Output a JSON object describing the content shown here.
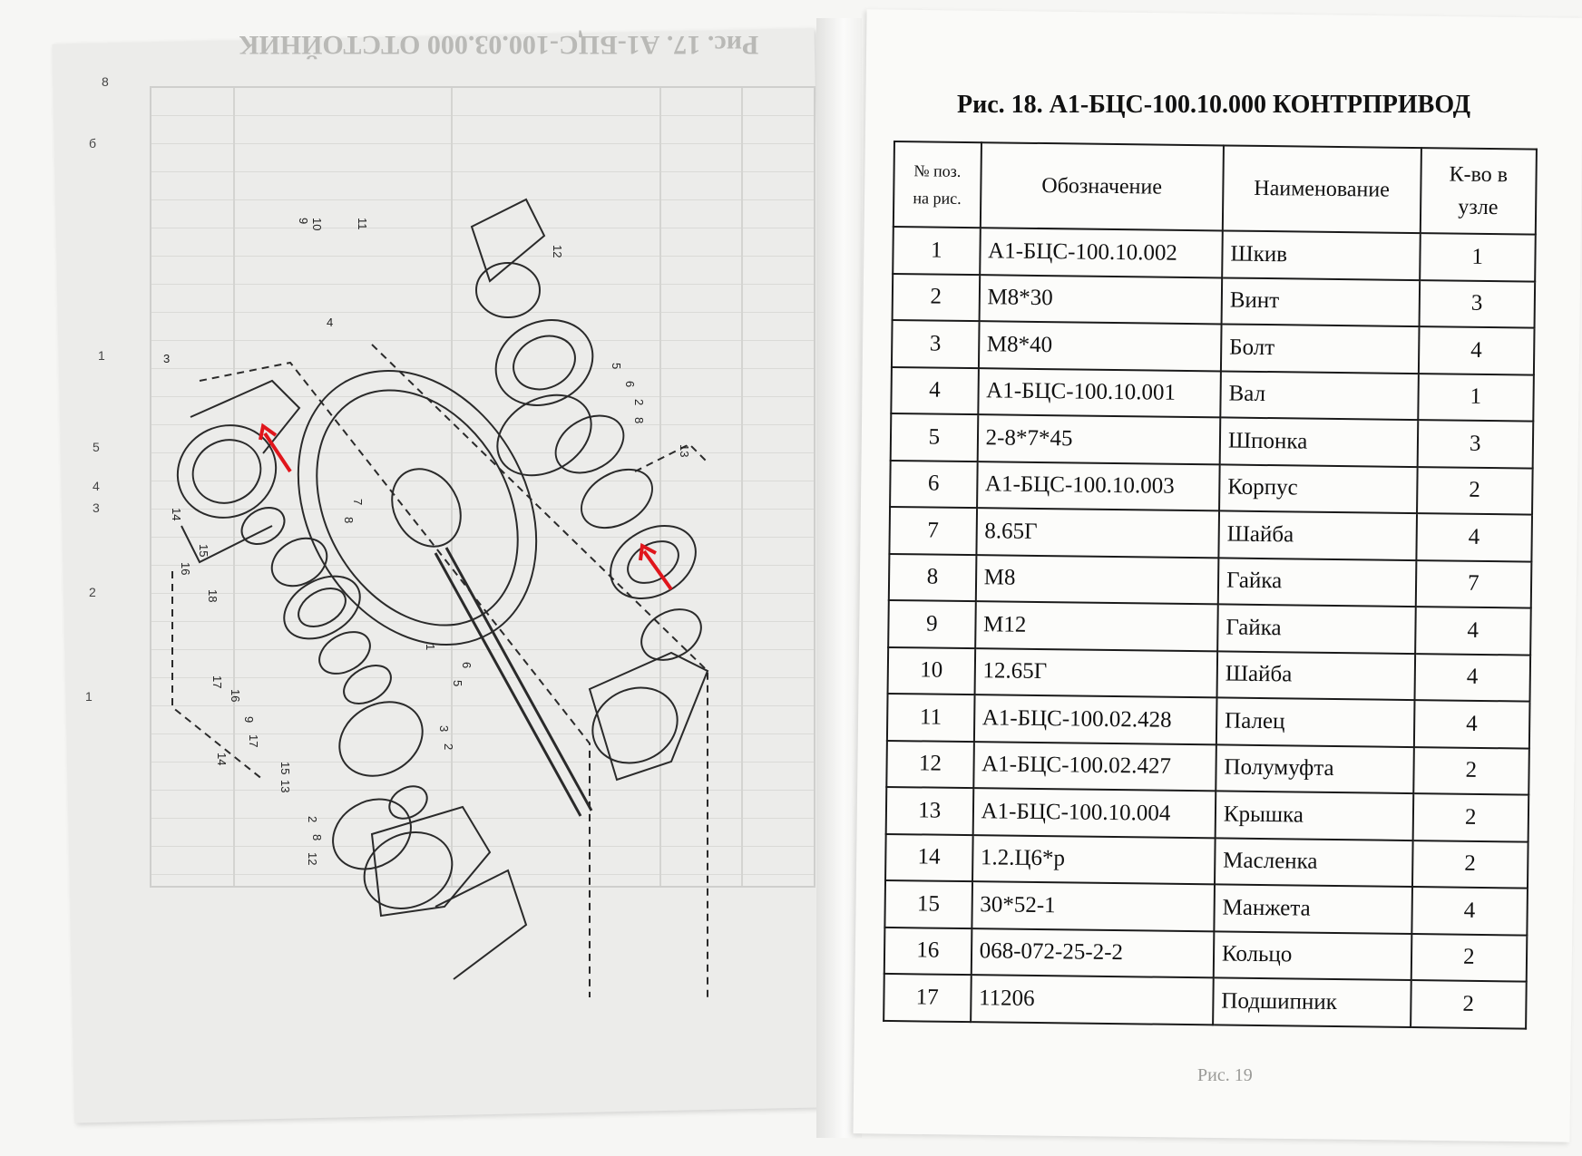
{
  "left_page": {
    "ghost_title": "Рис. 17. А1-БЦС-100.03.000 ОТСТОЙНИК",
    "margin_marks": [
      "8",
      "б",
      "1",
      "5",
      "4",
      "3",
      "2",
      "1"
    ],
    "callouts": [
      "9",
      "10",
      "11",
      "12",
      "3",
      "4",
      "5",
      "6",
      "8",
      "2",
      "13",
      "14",
      "15",
      "16",
      "18",
      "17",
      "9",
      "8",
      "7",
      "6",
      "5",
      "1",
      "2",
      "3",
      "8",
      "2",
      "12",
      "13",
      "14",
      "15",
      "16",
      "17"
    ]
  },
  "right_page": {
    "title": "Рис. 18. А1-БЦС-100.10.000 КОНТРПРИВОД",
    "headers": {
      "pos": [
        "№ поз.",
        "на рис."
      ],
      "designation": "Обозначение",
      "name": "Наименование",
      "qty": [
        "К-во в",
        "узле"
      ]
    },
    "rows": [
      {
        "pos": "1",
        "designation": "А1-БЦС-100.10.002",
        "name": "Шкив",
        "qty": "1"
      },
      {
        "pos": "2",
        "designation": "М8*30",
        "name": "Винт",
        "qty": "3"
      },
      {
        "pos": "3",
        "designation": "М8*40",
        "name": "Болт",
        "qty": "4"
      },
      {
        "pos": "4",
        "designation": "А1-БЦС-100.10.001",
        "name": "Вал",
        "qty": "1"
      },
      {
        "pos": "5",
        "designation": "2-8*7*45",
        "name": "Шпонка",
        "qty": "3"
      },
      {
        "pos": "6",
        "designation": "А1-БЦС-100.10.003",
        "name": "Корпус",
        "qty": "2"
      },
      {
        "pos": "7",
        "designation": "8.65Г",
        "name": "Шайба",
        "qty": "4"
      },
      {
        "pos": "8",
        "designation": "М8",
        "name": "Гайка",
        "qty": "7"
      },
      {
        "pos": "9",
        "designation": "М12",
        "name": "Гайка",
        "qty": "4"
      },
      {
        "pos": "10",
        "designation": "12.65Г",
        "name": "Шайба",
        "qty": "4"
      },
      {
        "pos": "11",
        "designation": "А1-БЦС-100.02.428",
        "name": "Палец",
        "qty": "4"
      },
      {
        "pos": "12",
        "designation": "А1-БЦС-100.02.427",
        "name": "Полумуфта",
        "qty": "2"
      },
      {
        "pos": "13",
        "designation": "А1-БЦС-100.10.004",
        "name": "Крышка",
        "qty": "2"
      },
      {
        "pos": "14",
        "designation": "1.2.Ц6*р",
        "name": "Масленка",
        "qty": "2"
      },
      {
        "pos": "15",
        "designation": "30*52-1",
        "name": "Манжета",
        "qty": "4"
      },
      {
        "pos": "16",
        "designation": "068-072-25-2-2",
        "name": "Кольцо",
        "qty": "2"
      },
      {
        "pos": "17",
        "designation": "11206",
        "name": "Подшипник",
        "qty": "2"
      }
    ],
    "footer": "Рис. 19",
    "colors": {
      "annotation_arrow": "#e0161c",
      "ink": "#111111"
    }
  }
}
